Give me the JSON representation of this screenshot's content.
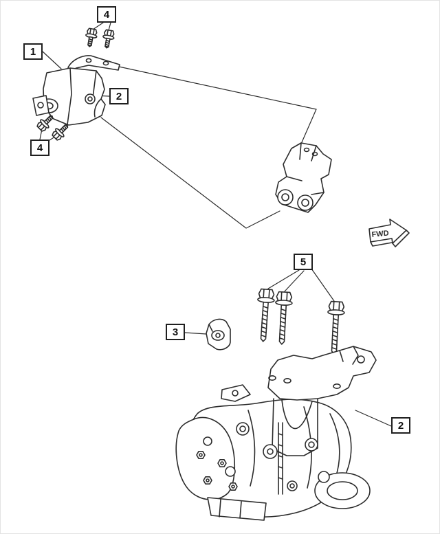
{
  "diagram": {
    "background_color": "#ffffff",
    "line_color": "#2b2b2b",
    "fwd_label": "FWD",
    "callouts": [
      {
        "id": "callout-4-upper",
        "label": "4"
      },
      {
        "id": "callout-1",
        "label": "1"
      },
      {
        "id": "callout-2-upper",
        "label": "2"
      },
      {
        "id": "callout-4-left",
        "label": "4"
      },
      {
        "id": "callout-5",
        "label": "5"
      },
      {
        "id": "callout-3",
        "label": "3"
      },
      {
        "id": "callout-2-lower",
        "label": "2"
      }
    ]
  }
}
